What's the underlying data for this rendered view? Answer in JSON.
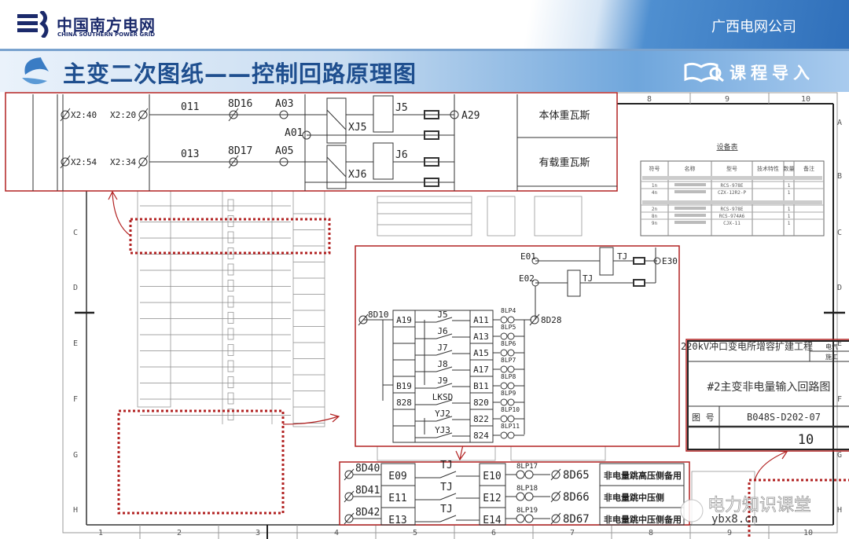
{
  "header": {
    "logo_cn": "中国南方电网",
    "logo_en": "CHINA SOUTHERN POWER GRID",
    "company": "广西电网公司",
    "brand_color": "#1b2a6b"
  },
  "titlebar": {
    "title": "主变二次图纸——控制回路原理图",
    "section": "课程导入",
    "icons": [
      "swirl-logo-icon",
      "book-search-icon"
    ]
  },
  "grid": {
    "cols_top": [
      "8",
      "9",
      "10"
    ],
    "cols_bottom": [
      "1",
      "2",
      "3",
      "4",
      "5",
      "6",
      "7",
      "8",
      "9",
      "10"
    ],
    "rows_right": [
      "A",
      "B",
      "C",
      "D",
      "E",
      "F",
      "G",
      "H"
    ],
    "rows_left": [
      "C",
      "D",
      "E",
      "F",
      "G",
      "H"
    ]
  },
  "callout_top": {
    "terminals": [
      "X2:40",
      "X2:20",
      "X2:54",
      "X2:34"
    ],
    "rows": [
      {
        "wire": "011",
        "term": "8D16",
        "node": "A03",
        "coil": "XJ5",
        "relay": "J5",
        "label": "本体重瓦斯"
      },
      {
        "wire": "013",
        "term": "8D17",
        "node": "A05",
        "coil": "XJ6",
        "relay": "J6",
        "label": "有载重瓦斯"
      }
    ],
    "common": "A01",
    "output": "A29"
  },
  "callout_right": {
    "e01": "E01",
    "e02": "E02",
    "e30": "E30",
    "tj": "TJ",
    "start": "8D10",
    "end": "8D28",
    "left_col": [
      "A19",
      "",
      "",
      "",
      "B19",
      "828",
      "",
      ""
    ],
    "contacts": [
      "J5",
      "J6",
      "J7",
      "J8",
      "J9",
      "LKSD",
      "YJ2",
      "YJ3"
    ],
    "right_col": [
      "A11",
      "A13",
      "A15",
      "A17",
      "B11",
      "820",
      "822",
      "824"
    ],
    "plates": [
      "8LP4",
      "8LP5",
      "8LP6",
      "8LP7",
      "8LP8",
      "8LP9",
      "8LP10",
      "8LP11"
    ]
  },
  "callout_bottom": {
    "rows": [
      {
        "start": "8D40",
        "in": "E09",
        "contact": "TJ",
        "out": "E10",
        "plate": "8LP17",
        "end": "8D65",
        "label": "非电量跳高压侧备用"
      },
      {
        "start": "8D41",
        "in": "E11",
        "contact": "TJ",
        "out": "E12",
        "plate": "8LP18",
        "end": "8D66",
        "label": "非电量跳中压侧"
      },
      {
        "start": "8D42",
        "in": "E13",
        "contact": "TJ",
        "out": "E14",
        "plate": "8LP19",
        "end": "8D67",
        "label": "非电量跳中压侧备用"
      }
    ]
  },
  "equipment_table": {
    "title": "设备表",
    "headers": [
      "符号",
      "名称",
      "型号",
      "技术特性",
      "数量",
      "备注"
    ],
    "rows": [
      [
        "1n",
        "",
        "RCS-978E",
        "",
        "1",
        ""
      ],
      [
        "4n",
        "",
        "CZX-12R2-P",
        "",
        "1",
        ""
      ],
      [
        "2n",
        "",
        "RCS-978E",
        "",
        "1",
        ""
      ],
      [
        "8n",
        "",
        "RCS-974A6",
        "",
        "1",
        ""
      ],
      [
        "9n",
        "",
        "CJX-11",
        "",
        "1",
        ""
      ]
    ]
  },
  "title_block": {
    "project": "220kV冲口变电所增容扩建工程",
    "disc1": "电气",
    "disc2": "施工",
    "drawing_title": "#2主变非电量输入回路图",
    "num_label": "图 号",
    "drawing_no": "B048S-D202-07",
    "sheet": "10"
  },
  "watermark": {
    "text": "电力知识课堂",
    "site": "ybx8.cn"
  },
  "colors": {
    "callout": "#b22222",
    "title": "#1f4f8f"
  }
}
